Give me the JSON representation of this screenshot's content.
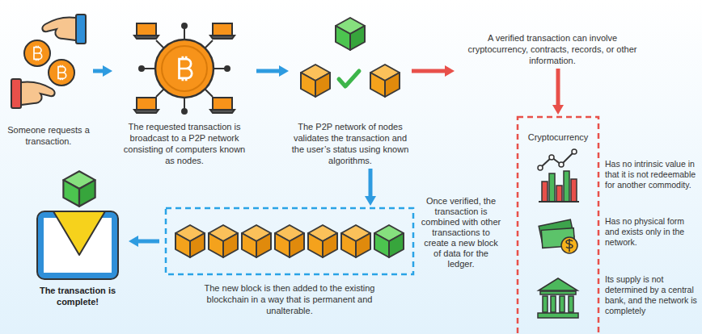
{
  "diagram": {
    "nodes": [
      {
        "text": [
          "Someone requests a transaction."
        ]
      },
      {
        "text": [
          "The requested transaction is broadcast to a P2P network consisting of computers known as nodes."
        ]
      },
      {
        "text": [
          "The P2P network of nodes validates the transaction and the user’s status using known algorithms."
        ]
      },
      {
        "text": [
          "A verified transaction can involve cryptocurrency, contracts, records, or other information."
        ]
      },
      {
        "text": [
          "Cryptocurrency"
        ]
      },
      {
        "text": [
          "Has no intrinsic value in that it is not redeemable for another commodity."
        ],
        "in": 4
      },
      {
        "text": [
          "Has no physical form and exists only in the network."
        ],
        "in": 4
      },
      {
        "text": [
          "Its supply is not determined by a central bank, and the network is completely"
        ],
        "in": 4
      },
      {
        "text": [
          "The new block is then added to the existing blockchain in a way that is permanent and unalterable."
        ]
      },
      {
        "text": [
          "The transaction is complete!"
        ]
      }
    ],
    "edges": [
      {
        "from": 0,
        "to": 1,
        "arrow": "to"
      },
      {
        "from": 1,
        "to": 2,
        "arrow": "to"
      },
      {
        "from": 2,
        "to": 3,
        "arrow": "to"
      },
      {
        "from": 3,
        "to": 4,
        "arrow": "to"
      },
      {
        "from": 2,
        "to": 8,
        "arrow": "to"
      },
      {
        "from": 8,
        "to": 9,
        "arrow": "to"
      }
    ],
    "labels": [
      "Once verified, the transaction is combined with other transactions to create a new block of data for the ledger."
    ]
  }
}
